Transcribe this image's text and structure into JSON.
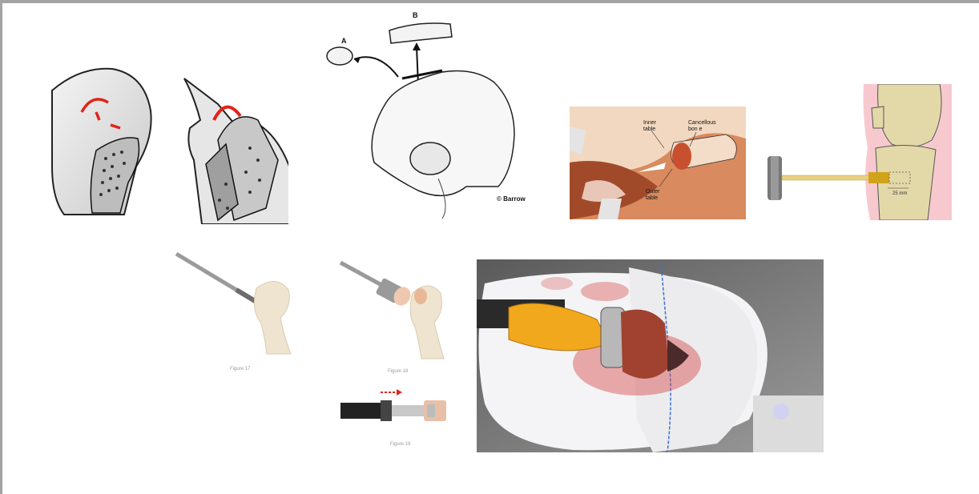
{
  "pelvis": {
    "label_a": "A",
    "label_b": "B",
    "credit": "© Barrow"
  },
  "iliac_crest": {
    "label_inner": "Inner",
    "label_inner2": "table",
    "label_cancellous": "Cancellous",
    "label_cancellous2": "bon e",
    "label_outer": "Outer",
    "label_outer2": "table"
  },
  "knee": {
    "measure": "25 mm"
  },
  "humerus": {
    "fig17": "Figure 17",
    "fig18": "Figure 18",
    "fig19": "Figure 19"
  },
  "colors": {
    "frame": "#a3a3a3",
    "graft_red": "#e2231a",
    "handle_yellow": "#f2a81c"
  }
}
